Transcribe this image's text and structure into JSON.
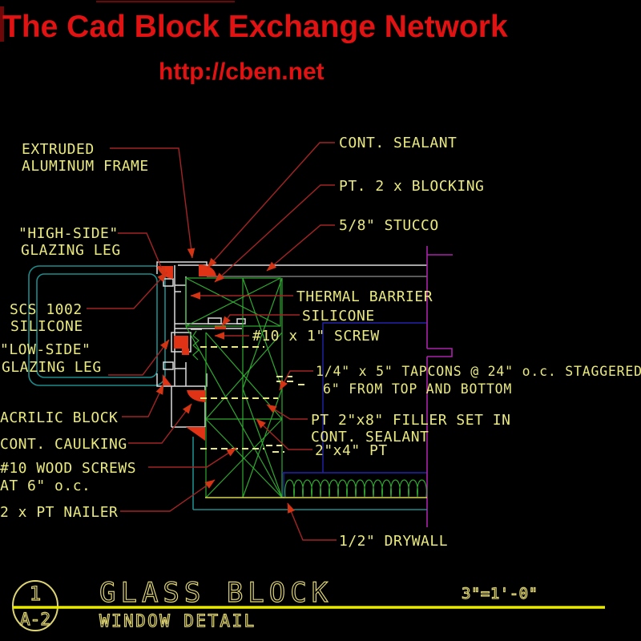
{
  "header": {
    "title": "The Cad Block Exchange Network",
    "url": "http://cben.net"
  },
  "callouts_left": [
    {
      "id": "extruded-frame",
      "lines": [
        "EXTRUDED",
        "ALUMINUM FRAME"
      ]
    },
    {
      "id": "high-side-leg",
      "lines": [
        "\"HIGH-SIDE\"",
        "GLAZING LEG"
      ]
    },
    {
      "id": "scs-silicone",
      "lines": [
        "SCS 1002",
        "SILICONE"
      ]
    },
    {
      "id": "low-side-leg",
      "lines": [
        "\"LOW-SIDE\"",
        "GLAZING LEG"
      ]
    },
    {
      "id": "acrilic-block",
      "lines": [
        "ACRILIC BLOCK"
      ]
    },
    {
      "id": "cont-caulking",
      "lines": [
        "CONT. CAULKING"
      ]
    },
    {
      "id": "wood-screws",
      "lines": [
        "#10 WOOD SCREWS",
        "AT 6\" o.c."
      ]
    },
    {
      "id": "pt-nailer",
      "lines": [
        "2 x PT NAILER"
      ]
    }
  ],
  "callouts_right": [
    {
      "id": "cont-sealant",
      "lines": [
        "CONT. SEALANT"
      ]
    },
    {
      "id": "pt-blocking",
      "lines": [
        "PT. 2 x BLOCKING"
      ]
    },
    {
      "id": "stucco",
      "lines": [
        "5/8\" STUCCO"
      ]
    },
    {
      "id": "thermal-barrier",
      "lines": [
        "THERMAL BARRIER"
      ]
    },
    {
      "id": "silicone",
      "lines": [
        "SILICONE"
      ]
    },
    {
      "id": "screw-10x1",
      "lines": [
        "#10 x 1\" SCREW"
      ]
    },
    {
      "id": "tapcons",
      "lines": [
        "1/4\" x 5\" TAPCONS @ 24\" o.c. STAGGERED",
        "6\" FROM TOP AND BOTTOM"
      ]
    },
    {
      "id": "pt-filler",
      "lines": [
        "PT 2\"x8\" FILLER SET IN",
        "CONT. SEALANT"
      ]
    },
    {
      "id": "pt-2x4",
      "lines": [
        "2\"x4\" PT"
      ]
    },
    {
      "id": "drywall",
      "lines": [
        "1/2\" DRYWALL"
      ]
    }
  ],
  "title_block": {
    "detail_number": "1",
    "sheet": "A-2",
    "title": "GLASS BLOCK",
    "subtitle": "WINDOW DETAIL",
    "scale": "3\"=1'-0\""
  },
  "colors": {
    "header_red": "#e01212",
    "annotation_yellow": "#e9e97e",
    "leader_red": "#a32424",
    "arrow_red": "#d23414",
    "hatch_green": "#2fa82f",
    "glass_block_teal": "#1d8c8c",
    "wall_magenta": "#aa22aa",
    "cavity_blue": "#2222aa",
    "frame_white": "#dcdcdc",
    "title_yellow": "#ded473",
    "background": "#000000"
  }
}
